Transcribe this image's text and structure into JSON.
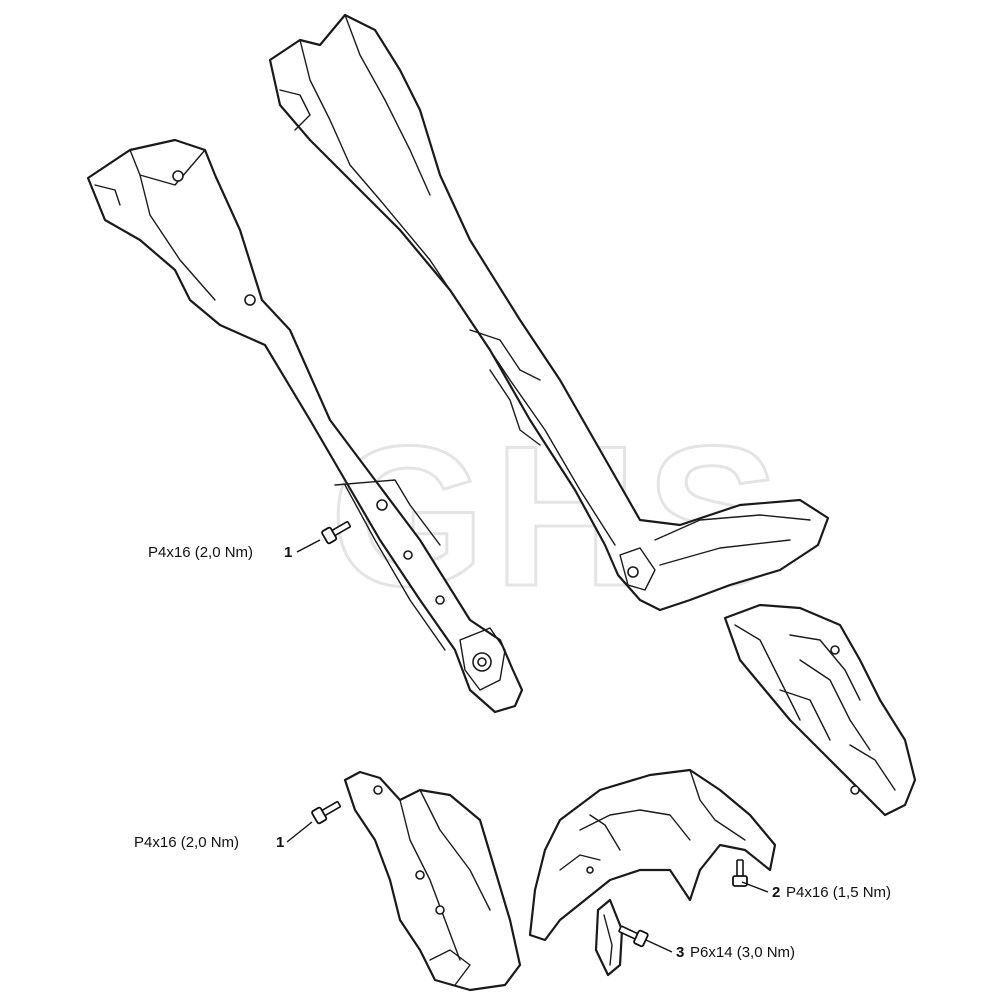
{
  "watermark": "GHS",
  "callouts": [
    {
      "number": "1",
      "label": "P4x16 (2,0 Nm)"
    },
    {
      "number": "1",
      "label": "P4x16 (2,0 Nm)"
    },
    {
      "number": "2",
      "label": "P4x16 (1,5 Nm)"
    },
    {
      "number": "3",
      "label": "P6x14 (3,0 Nm)"
    }
  ]
}
